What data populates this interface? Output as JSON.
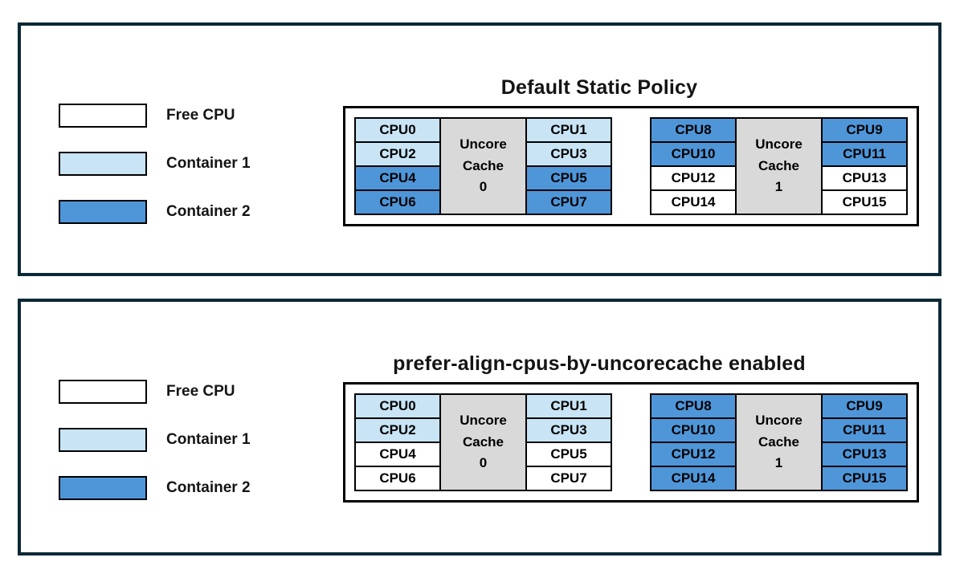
{
  "colors": {
    "free_fill": "#ffffff",
    "container1_fill": "#c8e4f5",
    "container2_fill": "#4f96d9",
    "cache_fill": "#d9d9d9",
    "panel_border": "#0b2836",
    "line": "#000000"
  },
  "legend": {
    "items": [
      {
        "label": "Free CPU",
        "fill": "free"
      },
      {
        "label": "Container 1",
        "fill": "container1"
      },
      {
        "label": "Container 2",
        "fill": "container2"
      }
    ]
  },
  "panels": [
    {
      "title": "Default Static Policy",
      "groups": [
        {
          "cache_label": "Uncore\nCache\n0",
          "left": [
            {
              "label": "CPU0",
              "fill": "container1"
            },
            {
              "label": "CPU2",
              "fill": "container1"
            },
            {
              "label": "CPU4",
              "fill": "container2"
            },
            {
              "label": "CPU6",
              "fill": "container2"
            }
          ],
          "right": [
            {
              "label": "CPU1",
              "fill": "container1"
            },
            {
              "label": "CPU3",
              "fill": "container1"
            },
            {
              "label": "CPU5",
              "fill": "container2"
            },
            {
              "label": "CPU7",
              "fill": "container2"
            }
          ]
        },
        {
          "cache_label": "Uncore\nCache\n1",
          "left": [
            {
              "label": "CPU8",
              "fill": "container2"
            },
            {
              "label": "CPU10",
              "fill": "container2"
            },
            {
              "label": "CPU12",
              "fill": "free"
            },
            {
              "label": "CPU14",
              "fill": "free"
            }
          ],
          "right": [
            {
              "label": "CPU9",
              "fill": "container2"
            },
            {
              "label": "CPU11",
              "fill": "container2"
            },
            {
              "label": "CPU13",
              "fill": "free"
            },
            {
              "label": "CPU15",
              "fill": "free"
            }
          ]
        }
      ]
    },
    {
      "title": "prefer-align-cpus-by-uncorecache enabled",
      "groups": [
        {
          "cache_label": "Uncore\nCache\n0",
          "left": [
            {
              "label": "CPU0",
              "fill": "container1"
            },
            {
              "label": "CPU2",
              "fill": "container1"
            },
            {
              "label": "CPU4",
              "fill": "free"
            },
            {
              "label": "CPU6",
              "fill": "free"
            }
          ],
          "right": [
            {
              "label": "CPU1",
              "fill": "container1"
            },
            {
              "label": "CPU3",
              "fill": "container1"
            },
            {
              "label": "CPU5",
              "fill": "free"
            },
            {
              "label": "CPU7",
              "fill": "free"
            }
          ]
        },
        {
          "cache_label": "Uncore\nCache\n1",
          "left": [
            {
              "label": "CPU8",
              "fill": "container2"
            },
            {
              "label": "CPU10",
              "fill": "container2"
            },
            {
              "label": "CPU12",
              "fill": "container2"
            },
            {
              "label": "CPU14",
              "fill": "container2"
            }
          ],
          "right": [
            {
              "label": "CPU9",
              "fill": "container2"
            },
            {
              "label": "CPU11",
              "fill": "container2"
            },
            {
              "label": "CPU13",
              "fill": "container2"
            },
            {
              "label": "CPU15",
              "fill": "container2"
            }
          ]
        }
      ]
    }
  ]
}
